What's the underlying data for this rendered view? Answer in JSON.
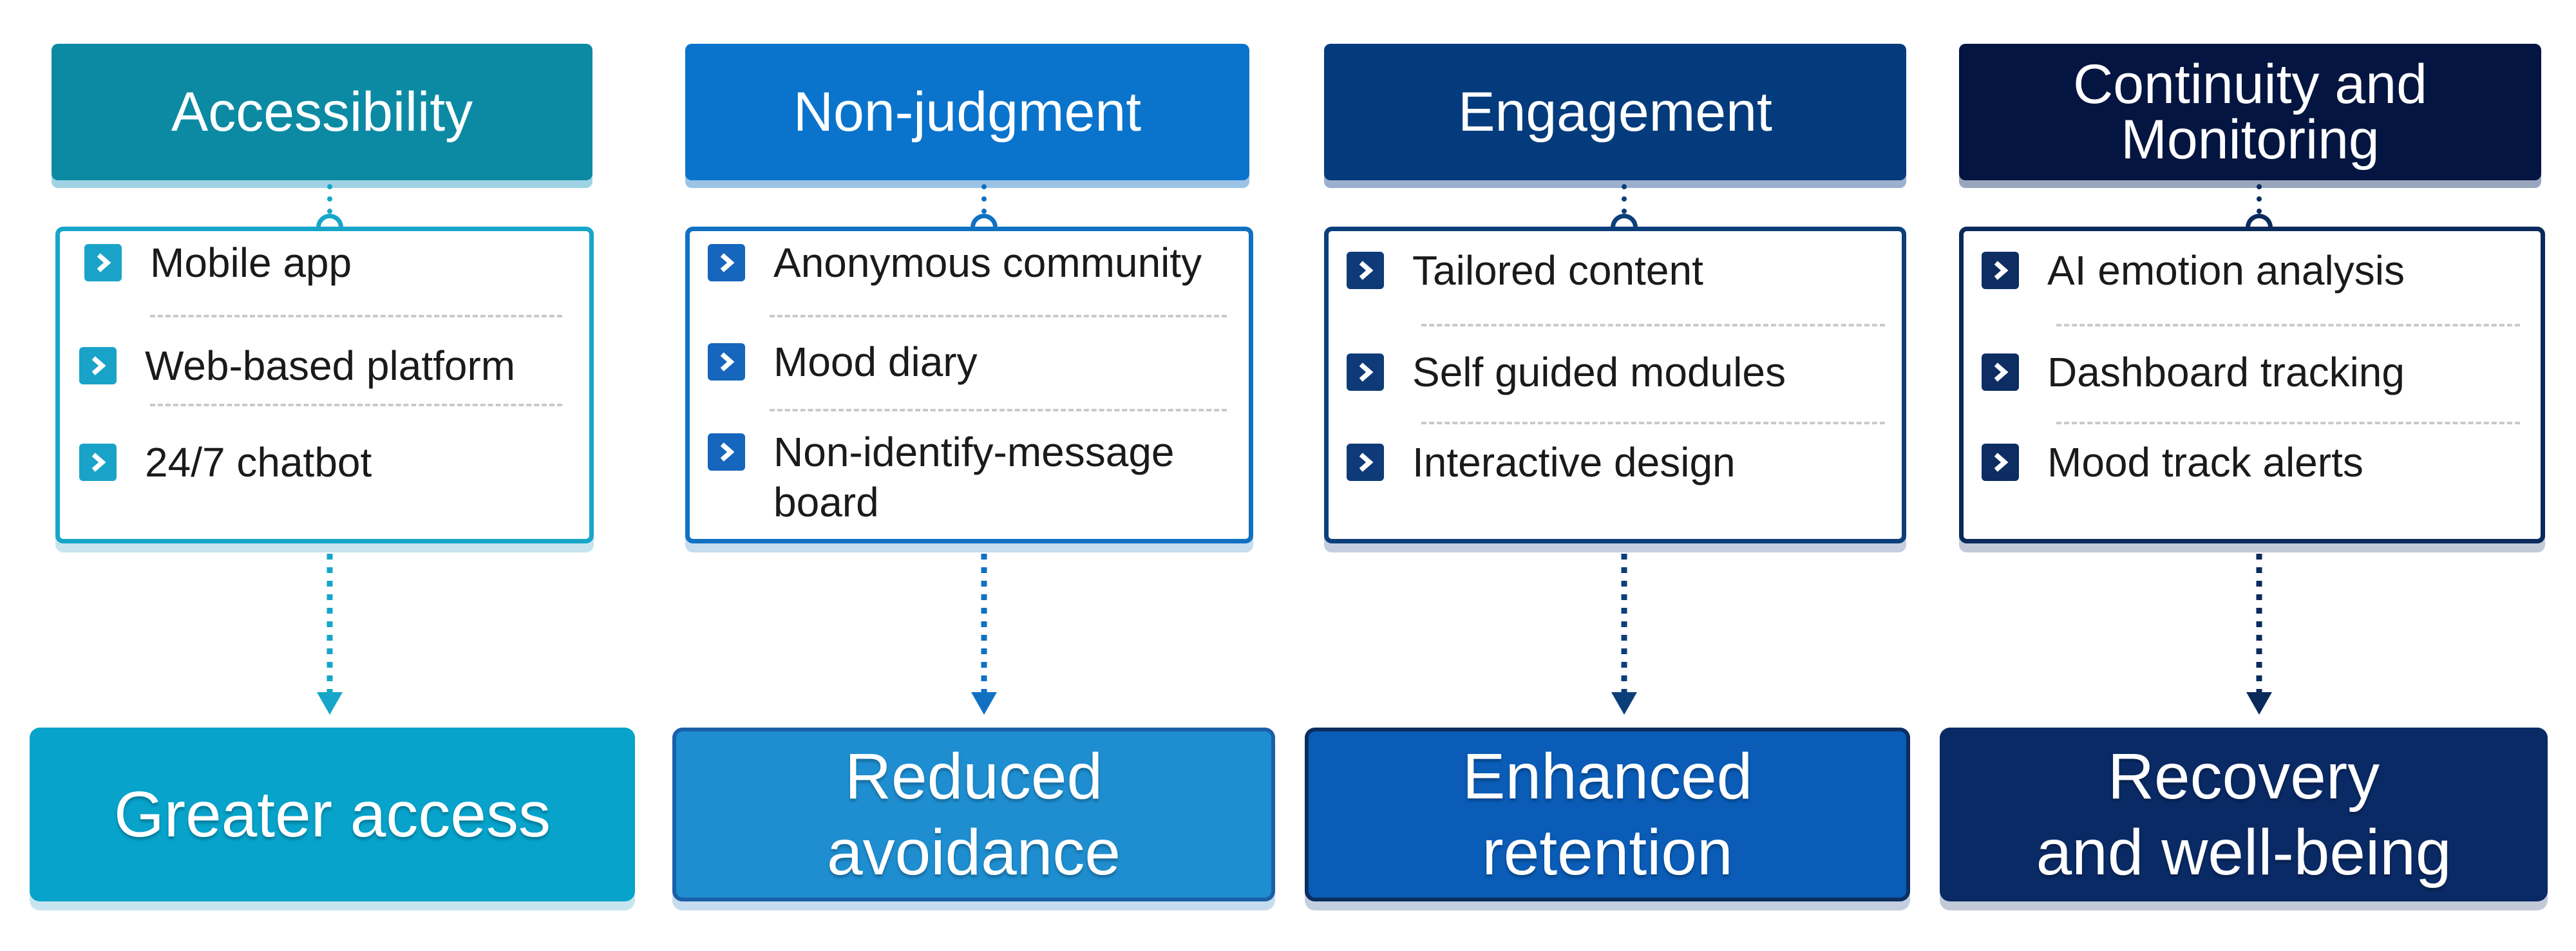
{
  "columns": [
    {
      "header": "Accessibility",
      "items": [
        "Mobile app",
        "Web-based platform",
        "24/7 chatbot"
      ],
      "result": "Greater access",
      "colors": {
        "header": "#0c8aa3",
        "accent": "#17a6c9",
        "chevron": "#1aa3c8",
        "result": "#07a3cb"
      }
    },
    {
      "header": "Non-judgment",
      "items": [
        "Anonymous community",
        "Mood diary",
        "Non-identify-message board"
      ],
      "result": "Reduced\navoidance",
      "colors": {
        "header": "#0a74cc",
        "accent": "#1071c2",
        "chevron": "#1566bc",
        "result": "#1e8ed0"
      }
    },
    {
      "header": "Engagement",
      "items": [
        "Tailored content",
        "Self guided modules",
        "Interactive design"
      ],
      "result": "Enhanced\nretention",
      "colors": {
        "header": "#043b7c",
        "accent": "#0c3f7a",
        "chevron": "#0e3b78",
        "result": "#0a5cb6"
      }
    },
    {
      "header": "Continuity and\nMonitoring",
      "items": [
        "AI emotion analysis",
        "Dashboard tracking",
        "Mood track alerts"
      ],
      "result": "Recovery\nand well-being",
      "colors": {
        "header": "#031540",
        "accent": "#0a2a5c",
        "chevron": "#0d2d63",
        "result": "#0a2a66"
      }
    }
  ],
  "icons": {
    "bullet": "chevron-right-icon",
    "flow": "dotted-arrow-down-icon"
  }
}
